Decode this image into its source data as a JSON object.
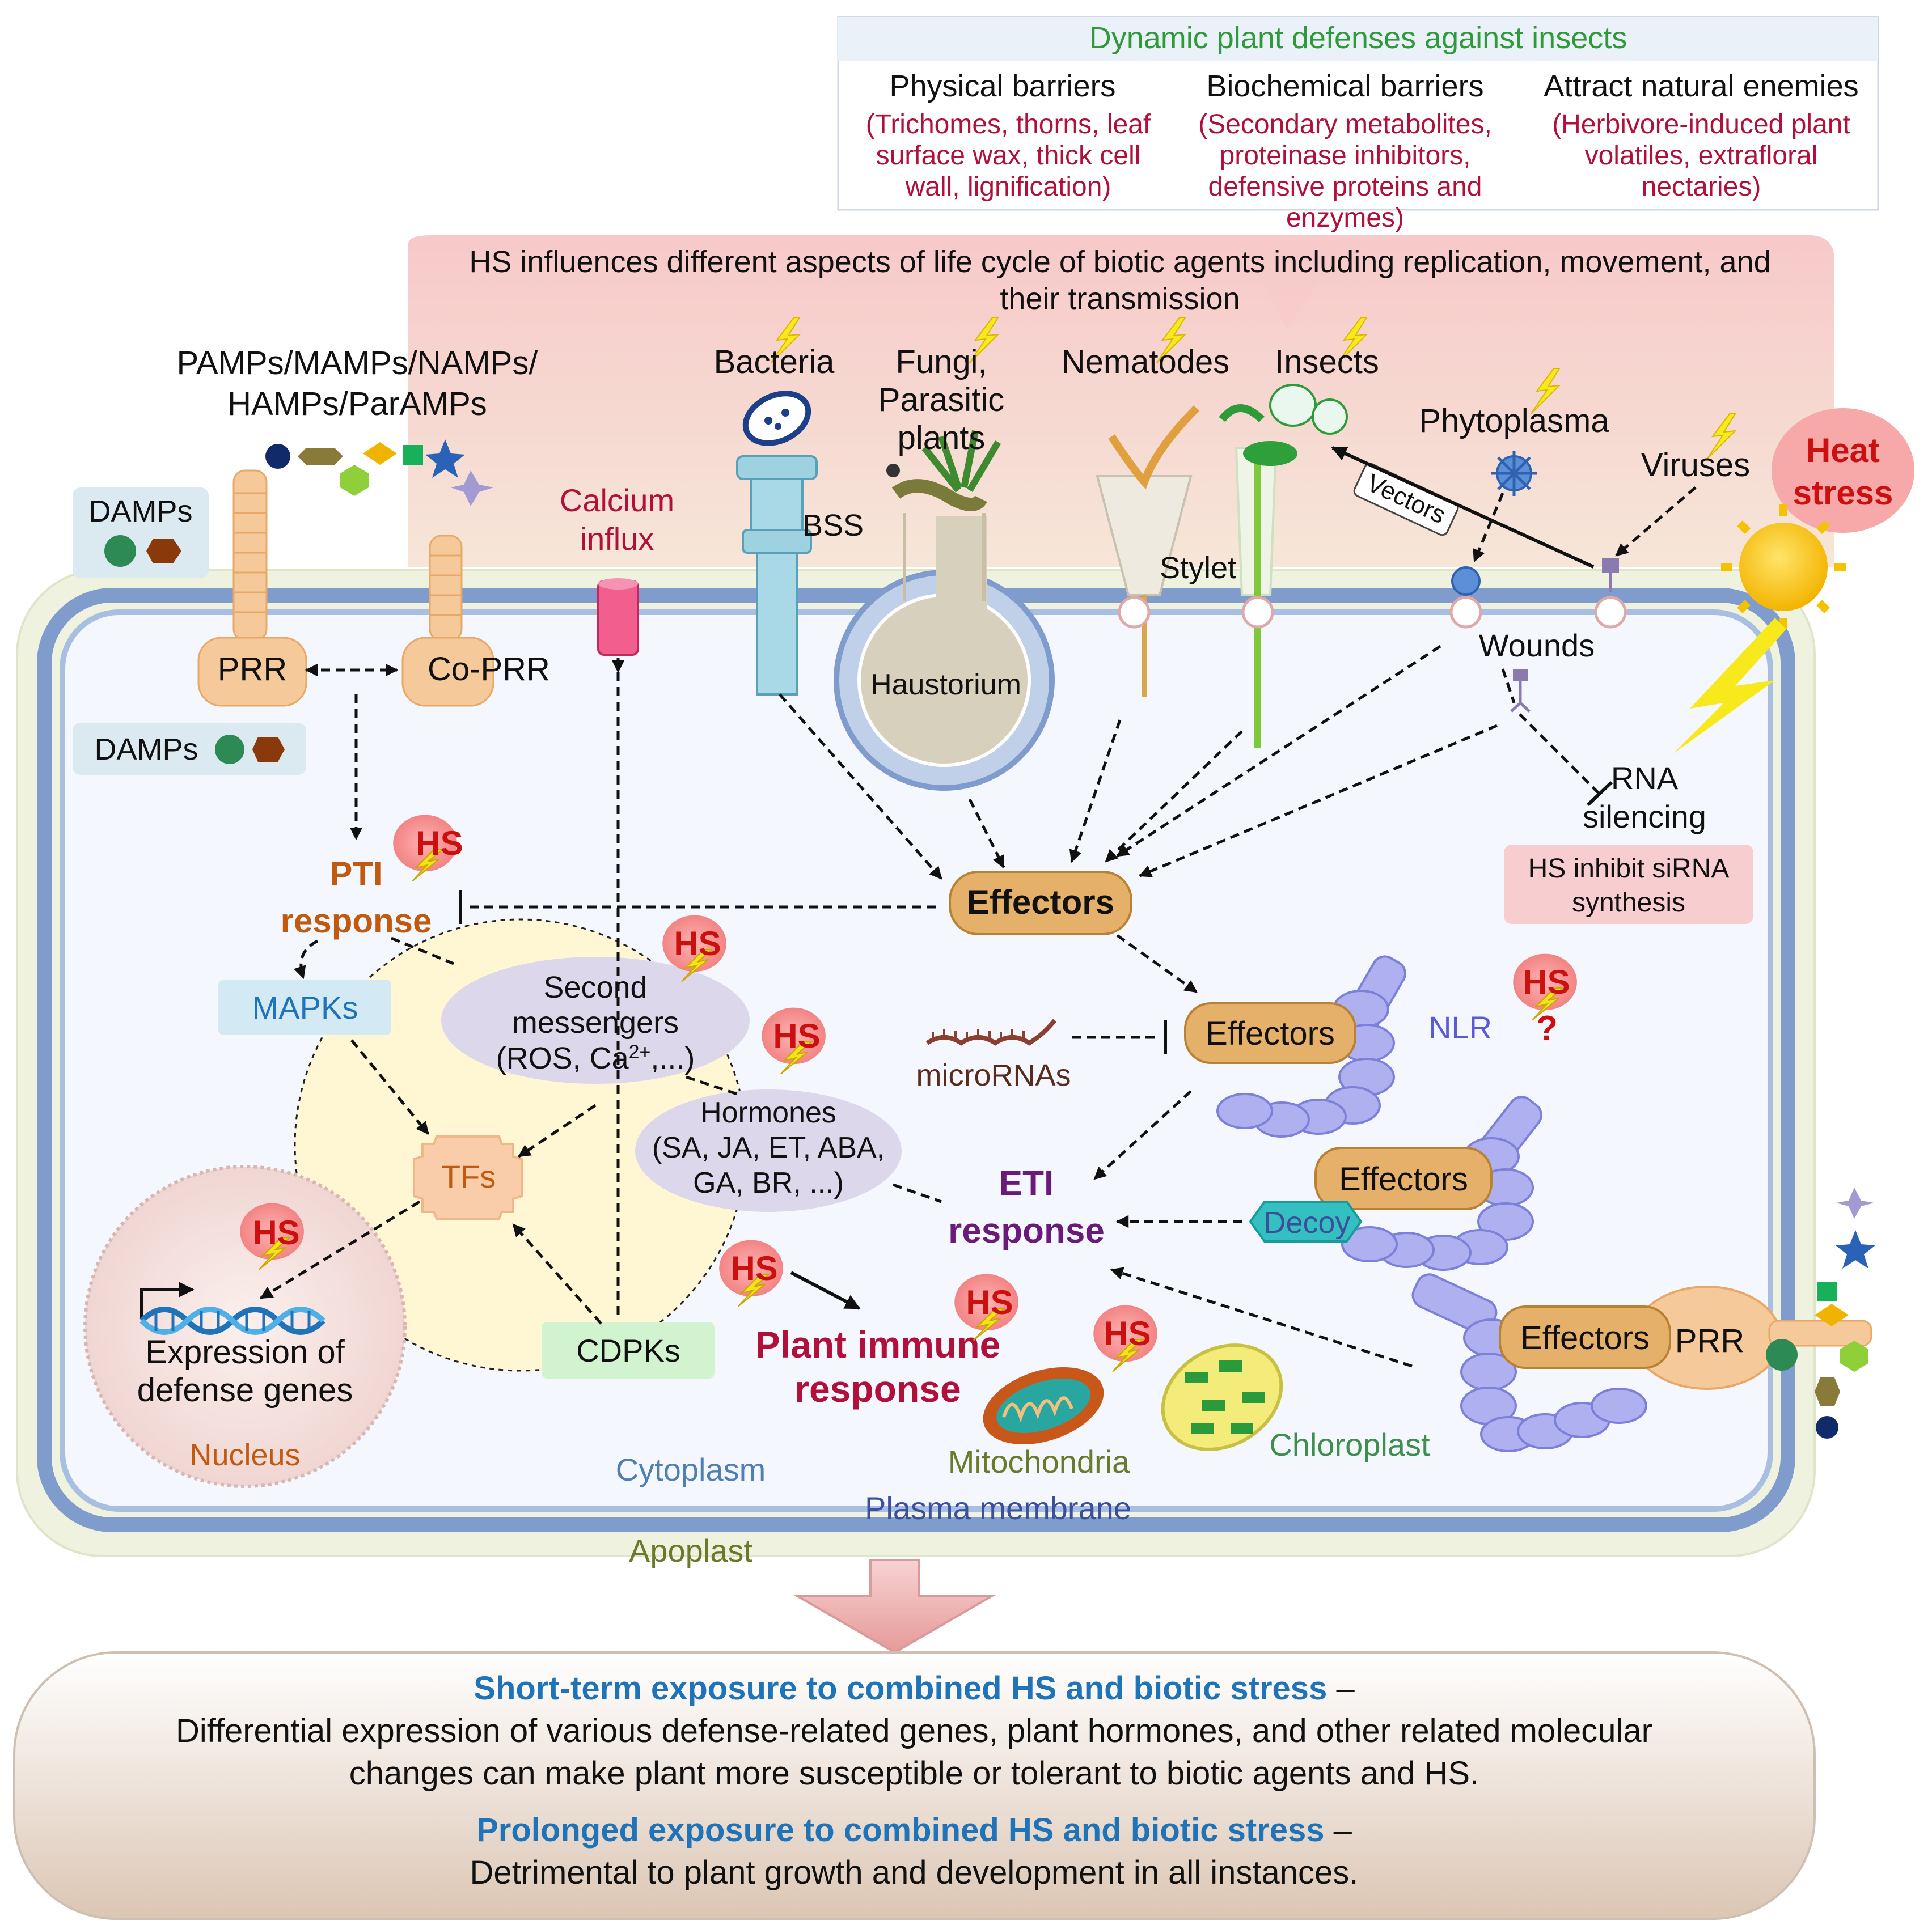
{
  "defense_box": {
    "title": "Dynamic plant defenses against insects",
    "physical": {
      "heading": "Physical barriers",
      "l1": "(Trichomes, thorns, leaf",
      "l2": "surface wax, thick cell",
      "l3": "wall, lignification)"
    },
    "biochemical": {
      "heading": "Biochemical barriers",
      "l1": "(Secondary metabolites,",
      "l2": "proteinase inhibitors,",
      "l3": "defensive proteins and",
      "l4": "enzymes)"
    },
    "natural_enemies": {
      "heading": "Attract natural enemies",
      "l1": "(Herbivore-induced plant",
      "l2": "volatiles, extrafloral",
      "l3": "nectaries)"
    }
  },
  "hs_banner": {
    "l1": "HS influences different aspects of life cycle of biotic agents including replication, movement, and",
    "l2": "their transmission"
  },
  "patterns": {
    "l1": "PAMPs/MAMPs/NAMPs/",
    "l2": "HAMPs/ParAMPs"
  },
  "agents": {
    "bacteria": "Bacteria",
    "fungi_l1": "Fungi,",
    "fungi_l2": "Parasitic",
    "fungi_l3": "plants",
    "nematodes": "Nematodes",
    "insects": "Insects",
    "phytoplasma": "Phytoplasma",
    "viruses": "Viruses",
    "heat_l1": "Heat",
    "heat_l2": "stress"
  },
  "labels": {
    "damps_outer": "DAMPs",
    "damps_inner": "DAMPs",
    "calcium_l1": "Calcium",
    "calcium_l2": "influx",
    "bss": "BSS",
    "haustorium": "Haustorium",
    "stylet": "Stylet",
    "vectors": "Vectors",
    "wounds": "Wounds",
    "prr": "PRR",
    "coprr": "Co-PRR",
    "rna_l1": "RNA",
    "rna_l2": "silencing",
    "hs_sirna_l1": "HS inhibit siRNA",
    "hs_sirna_l2": "synthesis",
    "pti_l1": "PTI",
    "pti_l2": "response",
    "effectors_main": "Effectors",
    "mapks": "MAPKs",
    "second_l1": "Second",
    "second_l2": "messengers",
    "second_l3_a": "(ROS, Ca",
    "second_l3_sup": "2+",
    "second_l3_b": ",...)",
    "microRNAs": "microRNAs",
    "effectors_nlr": "Effectors",
    "nlr": "NLR",
    "question": "?",
    "hormones_l1": "Hormones",
    "hormones_l2": "(SA, JA, ET, ABA,",
    "hormones_l3": "GA, BR, ...)",
    "tfs": "TFs",
    "eti_l1": "ETI",
    "eti_l2": "response",
    "effectors_decoy": "Effectors",
    "decoy": "Decoy",
    "expression_l1": "Expression of",
    "expression_l2": "defense genes",
    "nucleus": "Nucleus",
    "cdpks": "CDPKs",
    "immune_l1": "Plant immune",
    "immune_l2": "response",
    "effectors_prr": "Effectors",
    "prr_right": "PRR",
    "mitochondria": "Mitochondria",
    "chloroplast": "Chloroplast",
    "cytoplasm": "Cytoplasm",
    "plasma_membrane": "Plasma membrane",
    "apoplast": "Apoplast",
    "hs": "HS"
  },
  "summary": {
    "short_title": "Short-term exposure to combined HS and biotic stress",
    "dash": "–",
    "short_l1": "Differential expression of various defense-related genes, plant hormones, and other related molecular",
    "short_l2": "changes can make plant more susceptible or tolerant to biotic agents and HS.",
    "long_title": "Prolonged exposure to combined HS and biotic stress",
    "long_l1": "Detrimental to plant growth and development in all instances."
  },
  "colors": {
    "hs_red": "#cc1010",
    "title_green": "#2e9a3a",
    "summary_blue": "#1f73b8",
    "effector_gold": "#e4b06a",
    "nlr_lavender": "#aeb0f0"
  }
}
